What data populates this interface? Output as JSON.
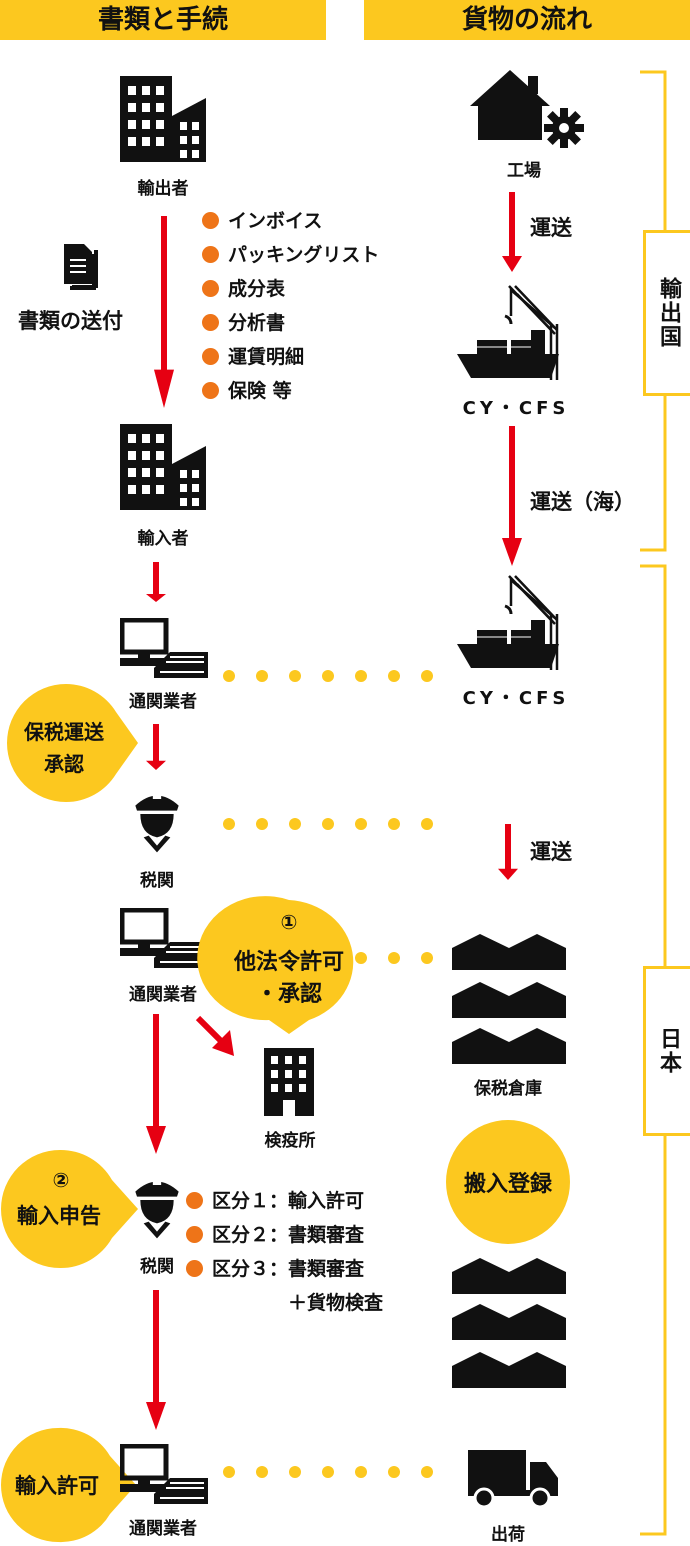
{
  "headers": {
    "left": "書類と手続",
    "right": "貨物の流れ"
  },
  "left": {
    "exporter": "輸出者",
    "document_send": "書類の送付",
    "documents": [
      "インボイス",
      "パッキングリスト",
      "成分表",
      "分析書",
      "運賃明細",
      "保険 等"
    ],
    "importer": "輸入者",
    "broker_1": "通関業者",
    "bonded_transport_1": "保税運送",
    "bonded_transport_2": "承認",
    "customs_1": "税関",
    "broker_2": "通関業者",
    "other_law_num": "①",
    "other_law_1": "他法令許可",
    "other_law_2": "・承認",
    "quarantine": "検疫所",
    "declaration_num": "②",
    "declaration": "輸入申告",
    "customs_2": "税関",
    "categories": [
      "区分１：輸入許可",
      "区分２：書類審査",
      "区分３：書類審査",
      "＋貨物検査"
    ],
    "import_permit": "輸入許可",
    "broker_3": "通関業者"
  },
  "right": {
    "factory": "工場",
    "transport_1": "運送",
    "cycfs_1": "CY・CFS",
    "transport_sea": "運送（海）",
    "cycfs_2": "CY・CFS",
    "transport_2": "運送",
    "bonded_warehouse": "保税倉庫",
    "carry_in": "搬入登録",
    "shipping": "出荷"
  },
  "side_labels": {
    "export_country": "輸出国",
    "japan": "日本"
  },
  "colors": {
    "yellow": "#FCC81F",
    "red": "#E60012",
    "orange": "#EE7418",
    "black": "#111111"
  }
}
